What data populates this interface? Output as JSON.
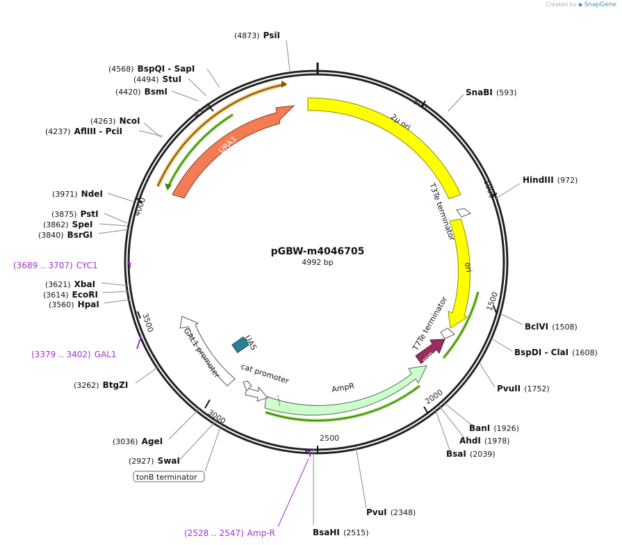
{
  "credit": {
    "prefix": "Created by",
    "brand": "SnapGene"
  },
  "plasmid": {
    "name": "pGBW-m4046705",
    "size_label": "4992 bp",
    "length": 4992
  },
  "ticks": [
    "500",
    "1000",
    "1500",
    "2000",
    "2500",
    "3000",
    "3500",
    "4000",
    "4500"
  ],
  "sites": [
    {
      "name": "PsiI",
      "pos": "(4873)"
    },
    {
      "name": "SnaBI",
      "pos": "(593)"
    },
    {
      "name": "HindIII",
      "pos": "(972)"
    },
    {
      "name": "BclVI",
      "pos": "(1508)"
    },
    {
      "name": "BspDI",
      "sep": " - ",
      "name2": "ClaI",
      "pos": "(1608)"
    },
    {
      "name": "PvuII",
      "pos": "(1752)"
    },
    {
      "name": "BanI",
      "pos": "(1926)"
    },
    {
      "name": "AhdI",
      "pos": "(1978)"
    },
    {
      "name": "BsaI",
      "pos": "(2039)"
    },
    {
      "name": "PvuI",
      "pos": "(2348)"
    },
    {
      "name": "BsaHI",
      "pos": "(2515)"
    },
    {
      "name": "SwaI",
      "pos": "(2927)"
    },
    {
      "name": "AgeI",
      "pos": "(3036)"
    },
    {
      "name": "BtgZI",
      "pos": "(3262)"
    },
    {
      "name": "HpaI",
      "pos": "(3560)"
    },
    {
      "name": "EcoRI",
      "pos": "(3614)"
    },
    {
      "name": "XbaI",
      "pos": "(3621)"
    },
    {
      "name": "BsrGI",
      "pos": "(3840)"
    },
    {
      "name": "SpeI",
      "pos": "(3862)"
    },
    {
      "name": "PstI",
      "pos": "(3875)"
    },
    {
      "name": "NdeI",
      "pos": "(3971)"
    },
    {
      "name": "AflIII",
      "sep": " - ",
      "name2": "PciI",
      "pos": "(4237)"
    },
    {
      "name": "NcoI",
      "pos": "(4263)"
    },
    {
      "name": "BsmI",
      "pos": "(4420)"
    },
    {
      "name": "StuI",
      "pos": "(4494)"
    },
    {
      "name": "BspQI",
      "sep": " - ",
      "name2": "SapI",
      "pos": "(4568)"
    }
  ],
  "primers": [
    {
      "range": "(3689 .. 3707)",
      "name": "CYC1"
    },
    {
      "range": "(3379 .. 3402)",
      "name": "GAL1"
    },
    {
      "range": "(2528 .. 2547)",
      "name": "Amp-R"
    }
  ],
  "features": {
    "ori_2mu": "2μ ori",
    "t3te": "T3Te terminator",
    "ori": "ori",
    "t7te": "T7Te terminator",
    "rop": "rop",
    "ampr": "AmpR",
    "cat_promoter": "cat promoter",
    "uas": "UAS",
    "gal1_promoter": "GAL1 promoter",
    "ura3": "URA3",
    "tonb": "tonB terminator"
  },
  "colors": {
    "backbone": "#222222",
    "ori_2mu": "#ffff00",
    "ori": "#ffff00",
    "rop": "#9b2c5e",
    "ampr": "#ccffcc",
    "ura3": "#f47c54",
    "uas": "#2a7f96",
    "primer": "#a030d0",
    "orf_green": "#3a8a00",
    "orf_orange": "#e0a020"
  }
}
